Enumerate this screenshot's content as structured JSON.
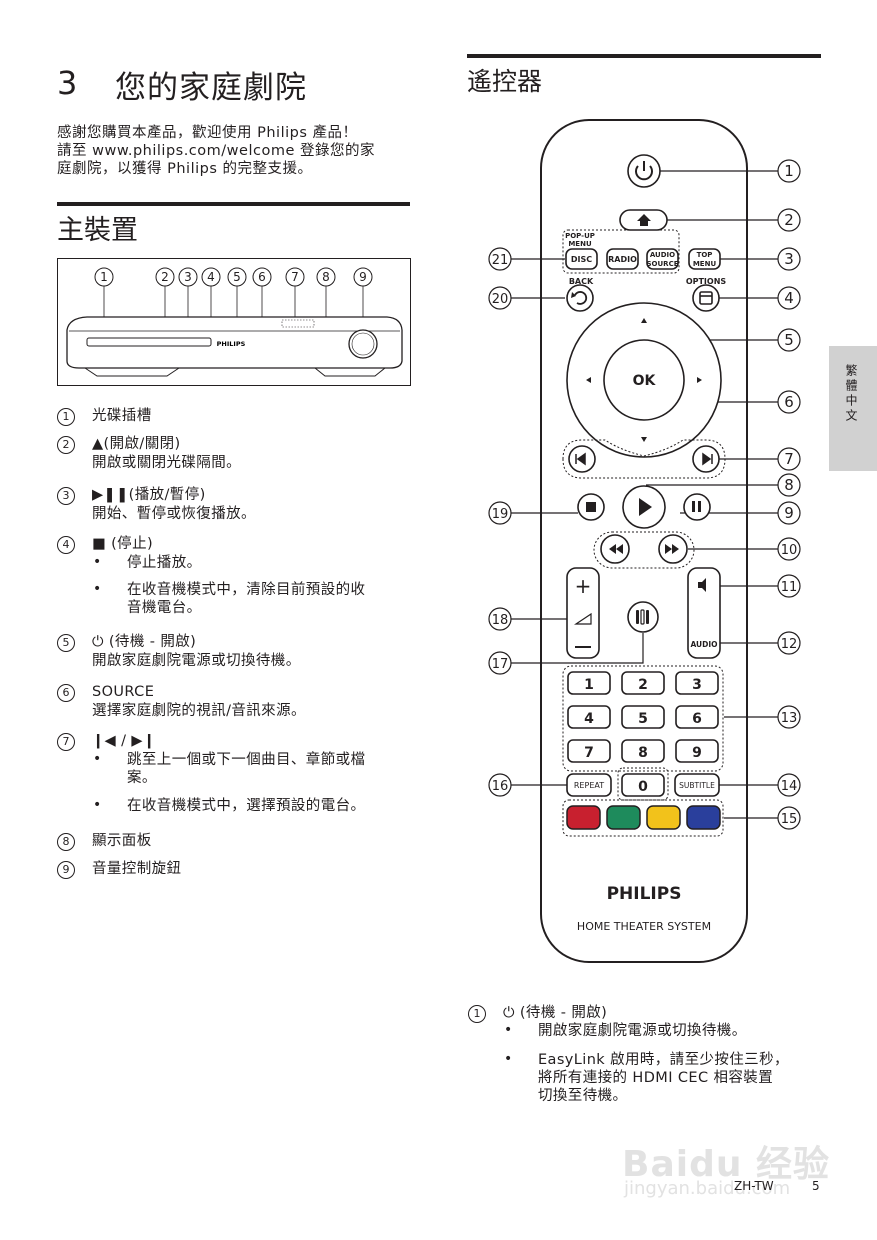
{
  "chapter": {
    "number": "3",
    "title": "您的家庭劇院"
  },
  "intro": [
    "感謝您購買本產品，歡迎使用 Philips 產品！",
    "請至 www.philips.com/welcome 登錄您的家",
    "庭劇院，以獲得 Philips 的完整支援。"
  ],
  "main_unit": {
    "title": "主裝置",
    "callouts": [
      "1",
      "2",
      "3",
      "4",
      "5",
      "6",
      "7",
      "8",
      "9"
    ],
    "brand": "PHILIPS",
    "items": [
      {
        "n": "1",
        "title": "光碟插槽"
      },
      {
        "n": "2",
        "title": "▲(開啟/關閉)",
        "desc": "開啟或關閉光碟隔間。"
      },
      {
        "n": "3",
        "title": "▶❚❚(播放/暫停)",
        "desc": "開始、暫停或恢復播放。"
      },
      {
        "n": "4",
        "title": "■ (停止)",
        "bullets": [
          "停止播放。",
          "在收音機模式中，清除目前預設的收",
          "音機電台。"
        ]
      },
      {
        "n": "5",
        "title": "⏻ (待機 - 開啟)",
        "desc": "開啟家庭劇院電源或切換待機。"
      },
      {
        "n": "6",
        "title": "SOURCE",
        "desc": "選擇家庭劇院的視訊/音訊來源。"
      },
      {
        "n": "7",
        "title": "❙◀ / ▶❙",
        "bullets": [
          "跳至上一個或下一個曲目、章節或檔",
          "案。",
          "在收音機模式中，選擇預設的電台。"
        ]
      },
      {
        "n": "8",
        "title": "顯示面板"
      },
      {
        "n": "9",
        "title": "音量控制旋鈕"
      }
    ]
  },
  "remote": {
    "title": "遙控器",
    "callouts": [
      "1",
      "2",
      "3",
      "4",
      "5",
      "6",
      "7",
      "8",
      "9",
      "10",
      "11",
      "12",
      "13",
      "14",
      "15",
      "16",
      "17",
      "18",
      "19",
      "20",
      "21"
    ],
    "labels": {
      "popup_menu": "POP-UP MENU",
      "popup_line1": "POP-UP",
      "popup_line2": "MENU",
      "disc": "DISC",
      "radio": "RADIO",
      "audio_source_1": "AUDIO",
      "audio_source_2": "SOURCE",
      "top_menu_1": "TOP",
      "top_menu_2": "MENU",
      "back": "BACK",
      "options": "OPTIONS",
      "ok": "OK",
      "audio": "AUDIO",
      "repeat": "REPEAT",
      "subtitle": "SUBTITLE",
      "brand": "PHILIPS",
      "model": "HOME THEATER SYSTEM"
    },
    "digits": [
      "1",
      "2",
      "3",
      "4",
      "5",
      "6",
      "7",
      "8",
      "9",
      "0"
    ],
    "color_keys": [
      "#c8202f",
      "#1e8b5c",
      "#f2c21b",
      "#2a3f9c"
    ],
    "item": {
      "n": "1",
      "title": "⏻ (待機 - 開啟)",
      "bullets": [
        "開啟家庭劇院電源或切換待機。",
        "EasyLink 啟用時，請至少按住三秒，",
        "將所有連接的 HDMI CEC 相容裝置",
        "切換至待機。"
      ]
    }
  },
  "side_tab": "繁體中文",
  "footer": {
    "lang": "ZH-TW",
    "page": "5"
  },
  "watermark": {
    "brand": "Baidu 经验",
    "url": "jingyan.baidu.com"
  }
}
